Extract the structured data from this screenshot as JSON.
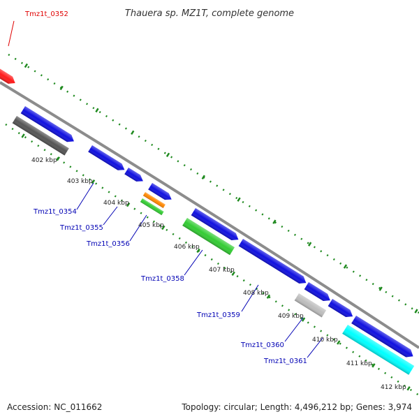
{
  "title": "Thauera sp. MZ1T, complete genome",
  "footer": {
    "accession": "Accession: NC_011662",
    "topology": "Topology: circular; Length: 4,496,212 bp; Genes: 3,974"
  },
  "colors": {
    "backbone": "#8c8c8c",
    "ruler": "#1f8a1f",
    "label_blue": "#0000b4",
    "label_red": "#e00000"
  },
  "kbp_ticks": [
    "402 kbp",
    "403 kbp",
    "404 kbp",
    "405 kbp",
    "406 kbp",
    "407 kbp",
    "408 kbp",
    "409 kbp",
    "410 kbp",
    "411 kbp",
    "412 kbp"
  ],
  "gene_labels": [
    {
      "text": "Tmz1t_0352",
      "color": "red"
    },
    {
      "text": "Tmz1t_0354",
      "color": "blue"
    },
    {
      "text": "Tmz1t_0355",
      "color": "blue"
    },
    {
      "text": "Tmz1t_0356",
      "color": "blue"
    },
    {
      "text": "Tmz1t_0358",
      "color": "blue"
    },
    {
      "text": "Tmz1t_0359",
      "color": "blue"
    },
    {
      "text": "Tmz1t_0360",
      "color": "blue"
    },
    {
      "text": "Tmz1t_0361",
      "color": "blue"
    }
  ],
  "genes": [
    {
      "name": "gene-red",
      "color": "#ff1a1a"
    },
    {
      "name": "gene-dark-gray",
      "color": "#555555"
    },
    {
      "name": "gene-blue-1",
      "color": "#1010e0"
    },
    {
      "name": "gene-blue-2",
      "color": "#1010e0"
    },
    {
      "name": "gene-blue-3",
      "color": "#1010e0"
    },
    {
      "name": "gene-blue-4",
      "color": "#1010e0"
    },
    {
      "name": "gene-orange",
      "color": "#ff8800"
    },
    {
      "name": "gene-green-small",
      "color": "#33cc33"
    },
    {
      "name": "gene-blue-5",
      "color": "#1010e0"
    },
    {
      "name": "gene-green-large",
      "color": "#33cc33"
    },
    {
      "name": "gene-blue-6",
      "color": "#1010e0"
    },
    {
      "name": "gene-light-gray",
      "color": "#bdbdbd"
    },
    {
      "name": "gene-blue-7",
      "color": "#1010e0"
    },
    {
      "name": "gene-blue-8",
      "color": "#1010e0"
    },
    {
      "name": "gene-blue-9",
      "color": "#1010e0"
    },
    {
      "name": "gene-cyan",
      "color": "#00ffff"
    }
  ]
}
